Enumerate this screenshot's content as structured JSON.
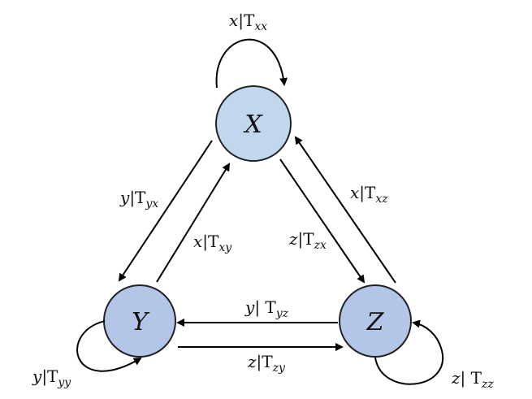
{
  "nodes": {
    "x": {
      "label": "X",
      "fill": "#c0d7ee"
    },
    "y": {
      "label": "Y",
      "fill": "#b3c6e8"
    },
    "z": {
      "label": "Z",
      "fill": "#b3c6e8"
    }
  },
  "edges": {
    "xx": {
      "sym": "x",
      "sub": "xx"
    },
    "yx": {
      "sym": "y",
      "sub": "yx"
    },
    "xy": {
      "sym": "x",
      "sub": "xy"
    },
    "zx": {
      "sym": "z",
      "sub": "zx"
    },
    "xz": {
      "sym": "x",
      "sub": "xz"
    },
    "yz": {
      "sym": "y",
      "sub": "yz"
    },
    "zy": {
      "sym": "z",
      "sub": "zy"
    },
    "yy": {
      "sym": "y",
      "sub": "yy"
    },
    "zz": {
      "sym": "z",
      "sub": "zz"
    }
  },
  "colors": {
    "node_stroke": "#222222",
    "edge": "#000000"
  }
}
